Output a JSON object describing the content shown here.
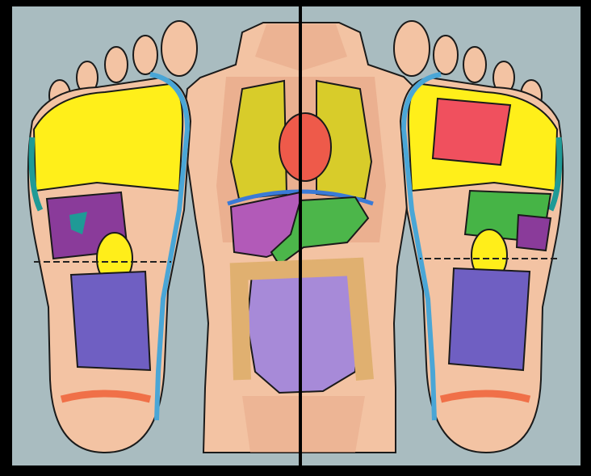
{
  "diagram": {
    "colors": {
      "frame": "#000000",
      "background": "#a9bcc0",
      "skin": "#f3c3a3",
      "skin_shadow": "#e7a888",
      "outline": "#1a1a1a",
      "head_sinus_zone": "#ffef1a",
      "spine_zone": "#4aa6d6",
      "shoulder_zone": "#1f9a96",
      "liver_zone": "#8a3b9a",
      "heart_zone": "#f0505e",
      "stomach_zone": "#46b446",
      "gallbladder_zone": "#ffee1a",
      "intestine_zone": "#6f5fc2",
      "pelvic_zone": "#f07048",
      "lung_organ": "#d8cc2a",
      "heart_organ": "#ee5a4a",
      "liver_organ": "#b25ab8",
      "stomach_organ": "#4cb64a",
      "intestine_organ": "#a78ad8",
      "colon_organ": "#e0b070",
      "diaphragm_line": "#3a7ad6",
      "divider": "#000000"
    },
    "parts": [
      "left-foot",
      "right-foot",
      "torso",
      "center-divider-line"
    ]
  }
}
